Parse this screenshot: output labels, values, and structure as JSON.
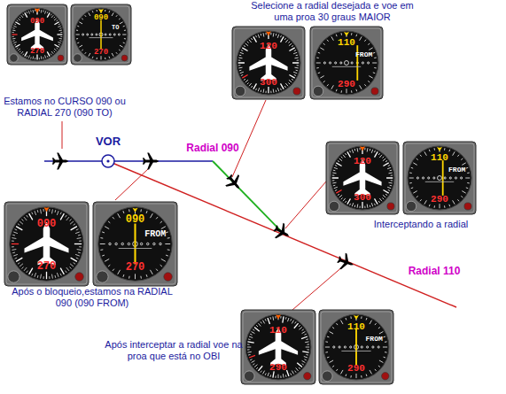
{
  "diagram": {
    "labels": [
      "Selecione a radial desejada e voe em uma proa 30 graus MAIOR",
      "120",
      "300",
      "110",
      "290",
      "FROM",
      "Estamos no CURSO 090 ou RADIAL 270 (090 TO)",
      "090",
      "270",
      "090",
      "270",
      "TO",
      "VOR",
      "Radial 090",
      "120",
      "300",
      "110",
      "290",
      "FROM",
      "Interceptando a radial",
      "090",
      "270",
      "090",
      "270",
      "FROM",
      "Após o bloqueio,estamos na RADIAL 090 (090 FROM)",
      "Radial 110",
      "110",
      "290",
      "110",
      "290",
      "FROM",
      "Após interceptar a radial voe na proa que está no OBI"
    ]
  }
}
